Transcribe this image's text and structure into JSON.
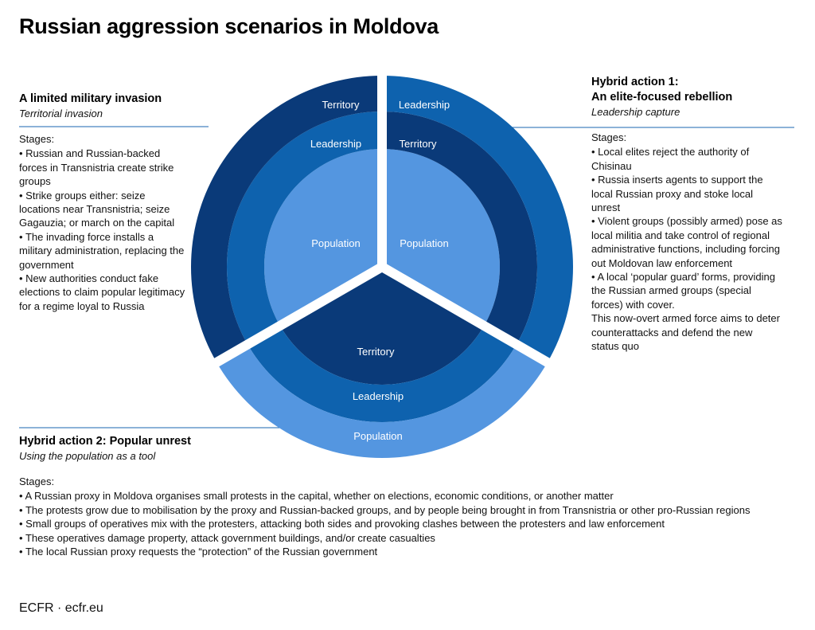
{
  "title": "Russian aggression scenarios in Moldova",
  "colors": {
    "dark_blue": "#0a3a79",
    "mid_blue": "#0e62ae",
    "light_blue": "#5496e0",
    "rule_blue": "#1a66b2"
  },
  "diagram": {
    "left_sector": {
      "outer": "Territory",
      "middle": "Leadership",
      "inner": "Population"
    },
    "right_sector": {
      "outer": "Leadership",
      "middle": "Territory",
      "inner": "Population"
    },
    "bottom_sector": {
      "outer": "Population",
      "middle": "Leadership",
      "inner": "Territory"
    }
  },
  "scenarios": {
    "left": {
      "heading": "A limited military invasion",
      "subheading": "Territorial invasion",
      "stages_label": "Stages:",
      "items": [
        "Russian and Russian-backed forces in Transnistria create strike groups",
        "Strike groups either: seize locations near Transnistria; seize Gagauzia; or march on the capital",
        "The invading force installs a military administration, replacing the government",
        "New authorities conduct fake elections to claim popular legitimacy for a regime loyal to Russia"
      ]
    },
    "right": {
      "heading_line1": "Hybrid action 1:",
      "heading_line2": "An elite-focused rebellion",
      "subheading": "Leadership capture",
      "stages_label": "Stages:",
      "items": [
        "Local elites reject the authority of Chisinau",
        "Russia inserts agents to support the local Russian proxy and stoke local unrest",
        "Violent groups (possibly armed) pose as local militia and take control of regional administrative functions, including forcing out Moldovan law enforcement",
        "A local ‘popular guard’ forms, providing the Russian armed groups (special forces) with cover."
      ],
      "tail": "This now-overt armed force aims to deter counterattacks and defend the new status quo"
    },
    "bottom": {
      "heading": "Hybrid action 2: Popular unrest",
      "subheading": "Using the population as a tool",
      "stages_label": "Stages:",
      "items": [
        "A Russian proxy in Moldova organises small protests in the capital, whether on elections, economic conditions, or another matter",
        "The protests grow due to mobilisation by the proxy and Russian-backed groups, and by people being brought in from Transnistria or other pro-Russian regions",
        "Small groups of operatives mix with the protesters, attacking both sides and provoking clashes between the protesters and law enforcement",
        "These operatives damage property, attack government buildings, and/or create casualties",
        "The local Russian proxy requests the “protection” of the Russian government"
      ]
    }
  },
  "footer": "ECFR · ecfr.eu"
}
